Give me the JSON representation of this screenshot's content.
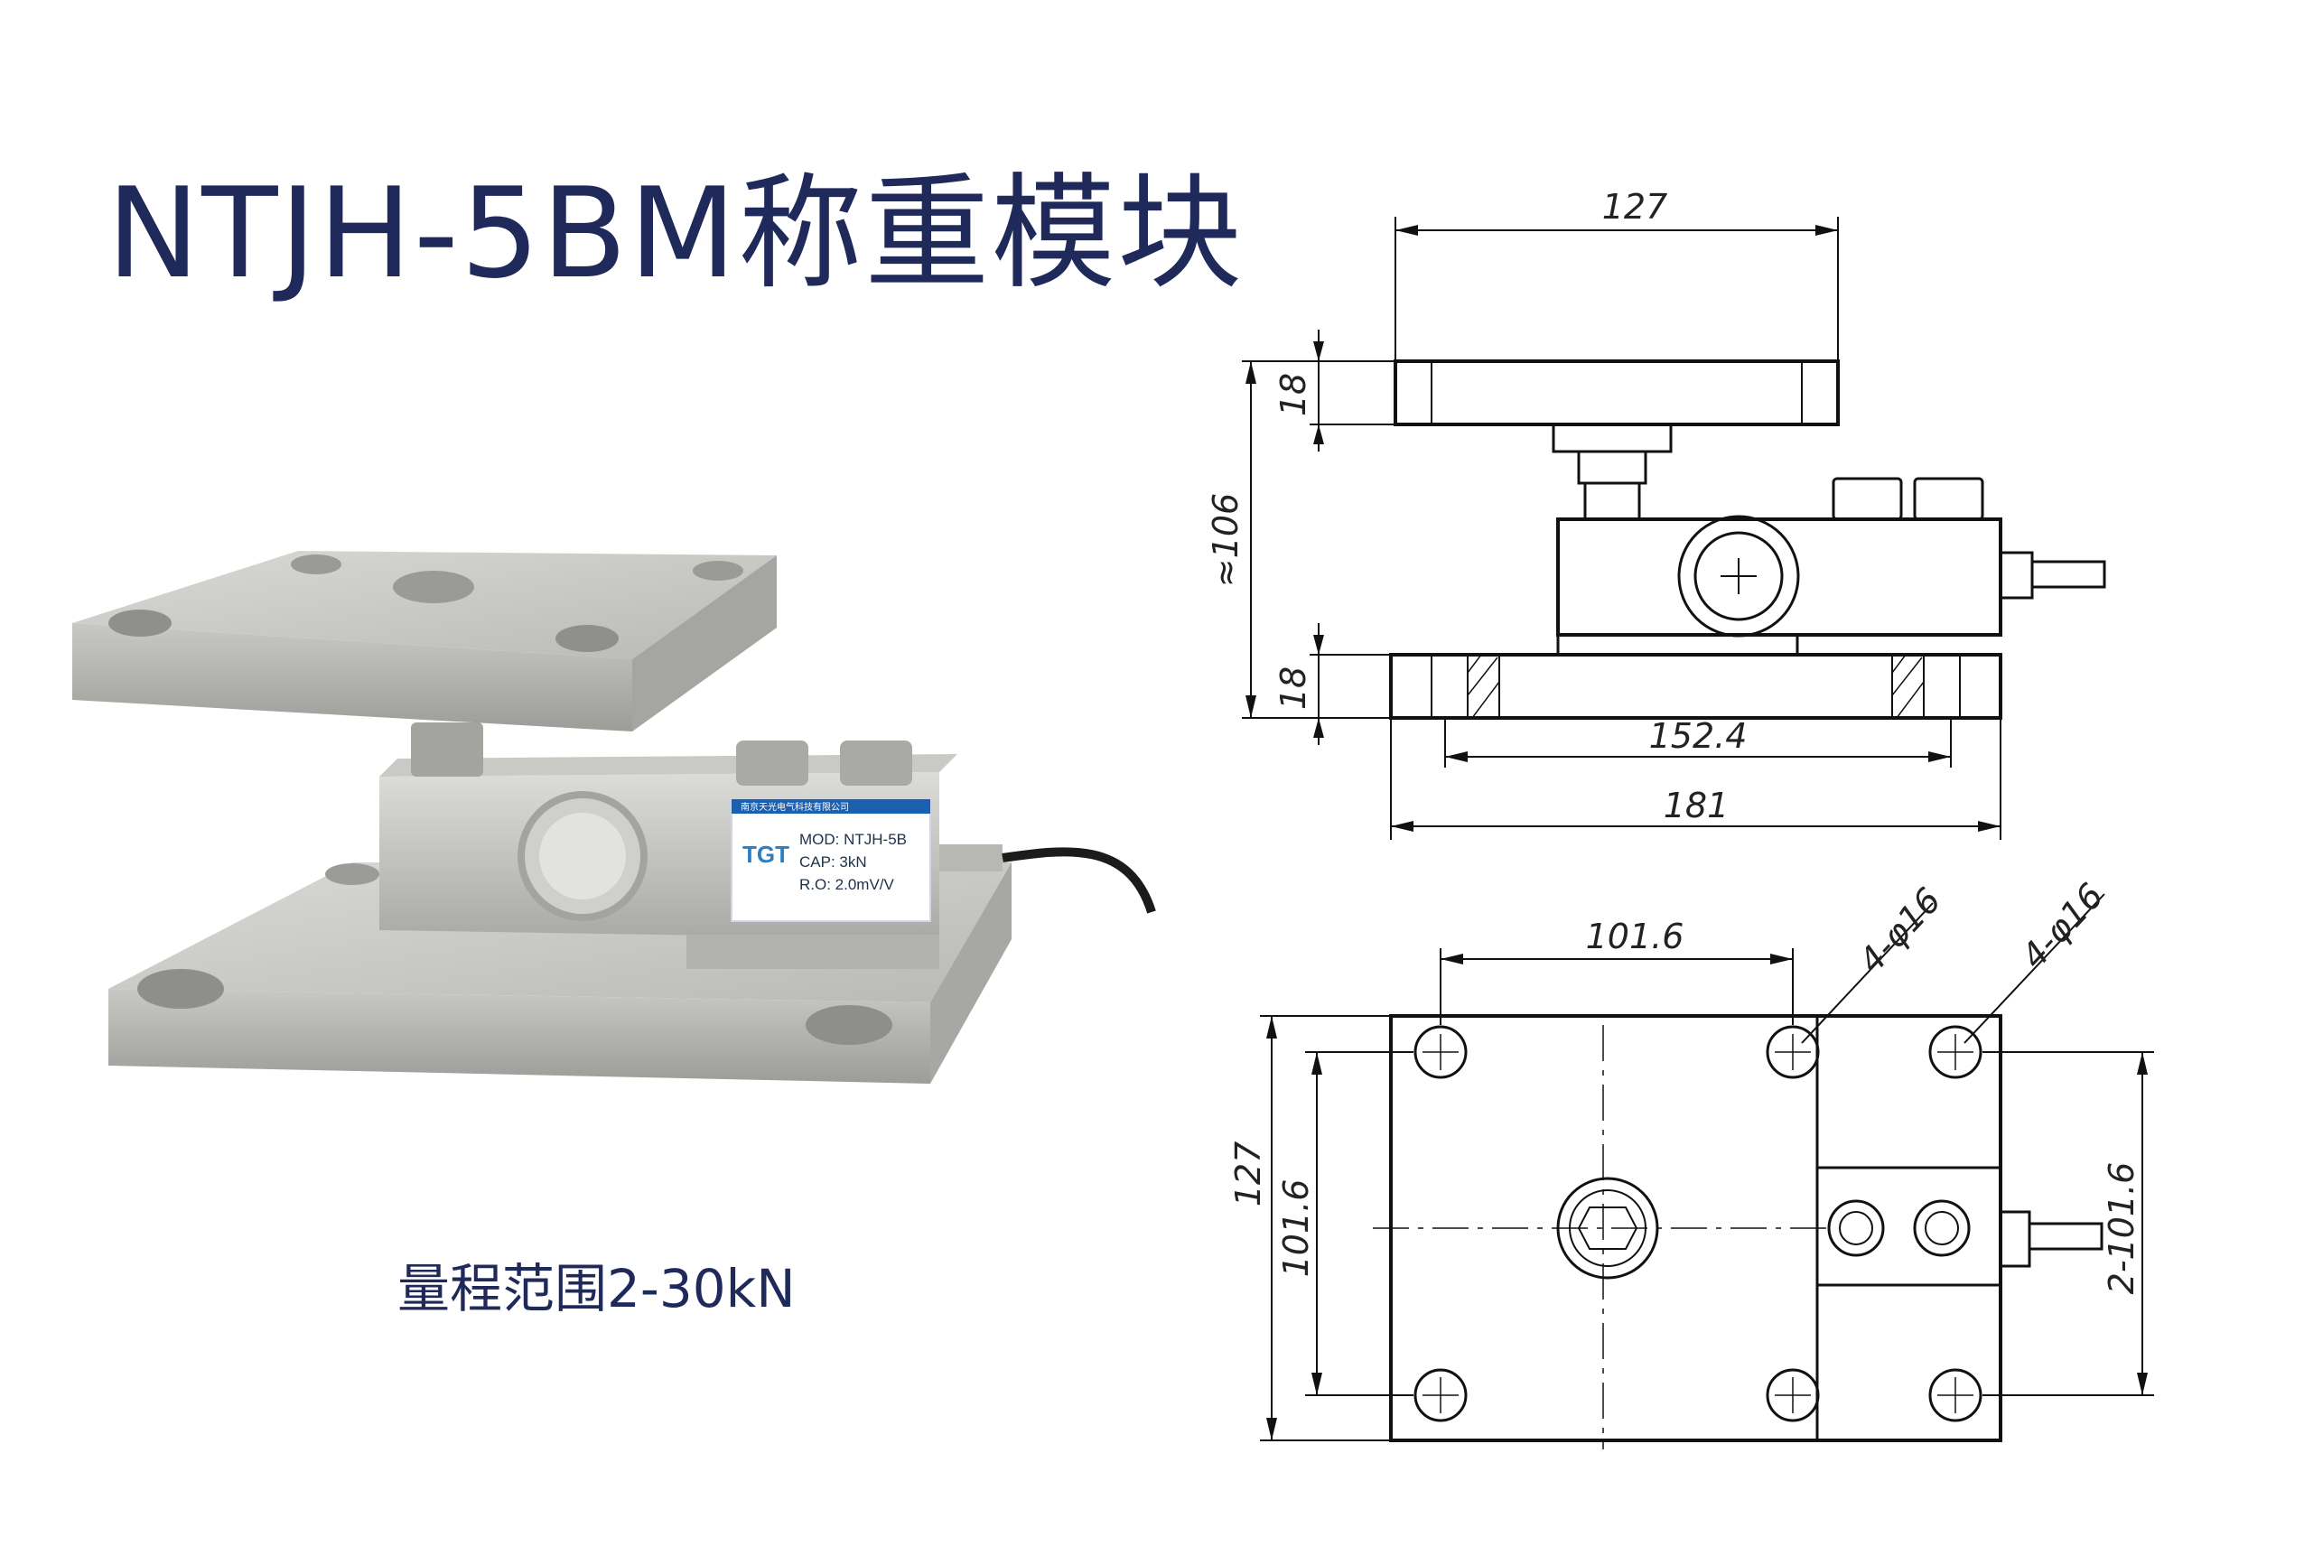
{
  "title": "NTJH-5BM称重模块",
  "range_caption": "量程范围2-30kN",
  "photo_label": {
    "company": "南京天光电气科技有限公司",
    "mod": "MOD: NTJH-5B",
    "cap": "CAP: 3kN",
    "ro": "R.O: 2.0mV/V",
    "logo_text": "TGT"
  },
  "side_view_dims": {
    "top_width": "127",
    "top_thickness": "18",
    "total_height": "≈106",
    "base_thickness": "18",
    "hole_spacing": "152.4",
    "base_width": "181"
  },
  "top_view_dims": {
    "hole_spacing_x": "101.6",
    "holes_left": "4-φ16",
    "holes_right": "4-φ16",
    "height": "127",
    "hole_spacing_y": "101.6",
    "hole_spacing_y_right": "2-101.6"
  }
}
